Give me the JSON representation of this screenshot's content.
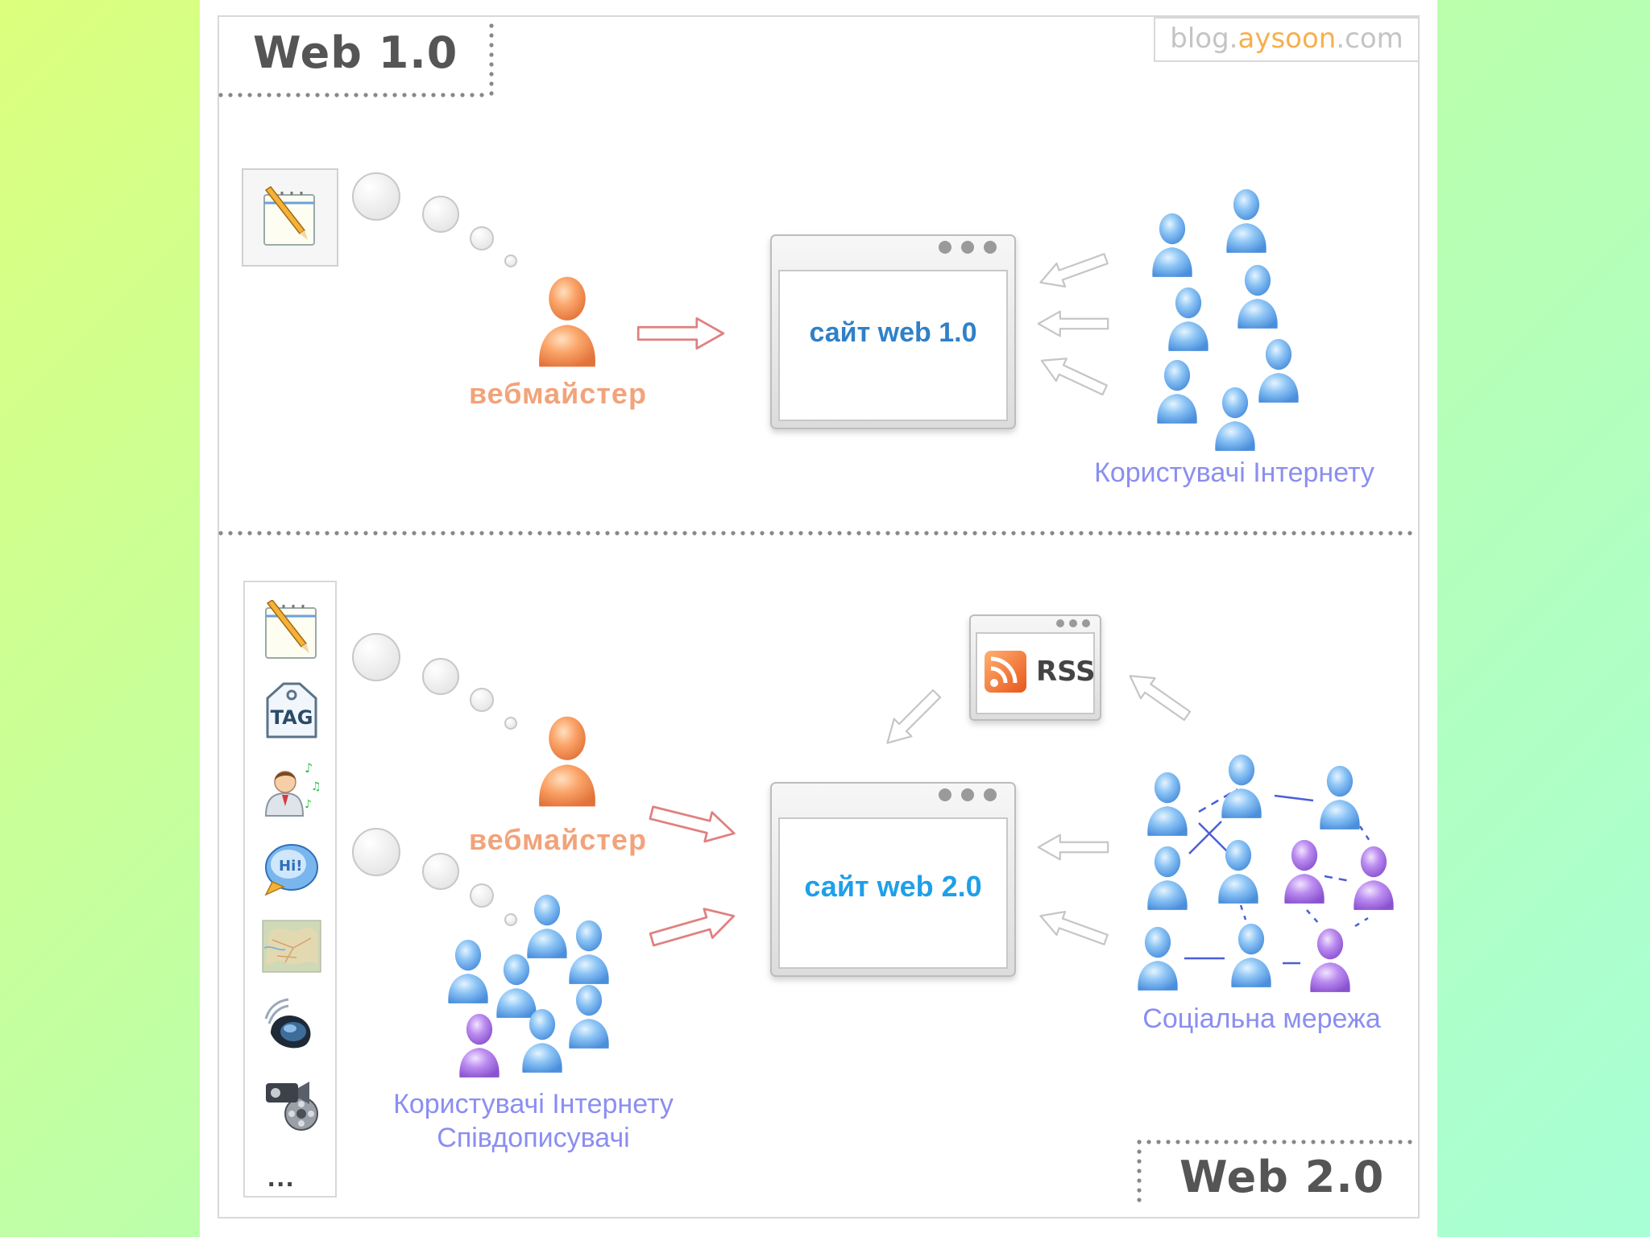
{
  "colors": {
    "background_top": "#dcff7d",
    "background_bottom": "#a8ffd6",
    "webmaster": "#f08a50",
    "user_blue": "#6aa8ec",
    "user_purple": "#a66ce0",
    "label_blue": "#8b8ef0",
    "site_text": "#2f80c8"
  },
  "watermark": {
    "prefix": "blog.",
    "brand": "aysoon",
    "suffix": ".com"
  },
  "web1": {
    "title": "Web 1.0",
    "webmaster_label": "вебмайстер",
    "site_label": "сайт web 1.0",
    "users_label": "Користувачі Інтернету"
  },
  "web2": {
    "title": "Web 2.0",
    "webmaster_label": "вебмайстер",
    "site_label": "сайт web 2.0",
    "rss_label": "RSS",
    "tag_label": "TAG",
    "coauthors_label_1": "Користувачі Інтернету",
    "coauthors_label_2": "Співдописувачі",
    "social_label": "Соціальна мережа",
    "tools_more": "..."
  },
  "icons": {
    "web1_tools": [
      "notepad-pencil-icon"
    ],
    "web2_tools": [
      "notepad-pencil-icon",
      "tag-icon",
      "person-music-icon",
      "chat-bubbles-icon",
      "map-icon",
      "phone-headset-icon",
      "film-camera-icon"
    ]
  }
}
